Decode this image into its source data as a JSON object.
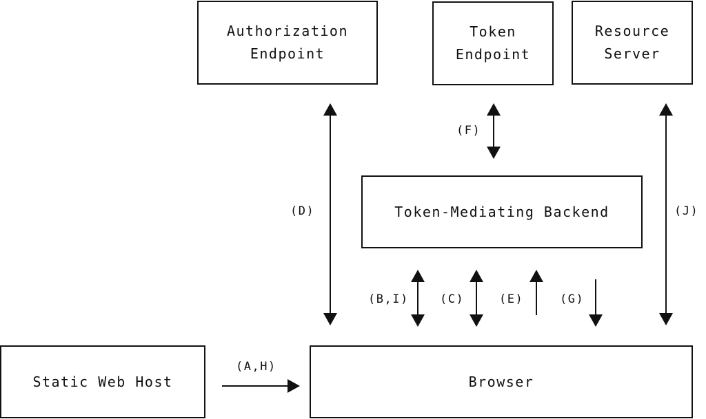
{
  "nodes": {
    "authorization_endpoint": {
      "line1": "Authorization",
      "line2": "Endpoint"
    },
    "token_endpoint": {
      "line1": "Token",
      "line2": "Endpoint"
    },
    "resource_server": {
      "line1": "Resource",
      "line2": "Server"
    },
    "token_mediating_backend": {
      "label": "Token-Mediating Backend"
    },
    "static_web_host": {
      "label": "Static Web Host"
    },
    "browser": {
      "label": "Browser"
    }
  },
  "edges": {
    "d": "(D)",
    "f": "(F)",
    "j": "(J)",
    "bi": "(B,I)",
    "c": "(C)",
    "e": "(E)",
    "g": "(G)",
    "ah": "(A,H)"
  }
}
